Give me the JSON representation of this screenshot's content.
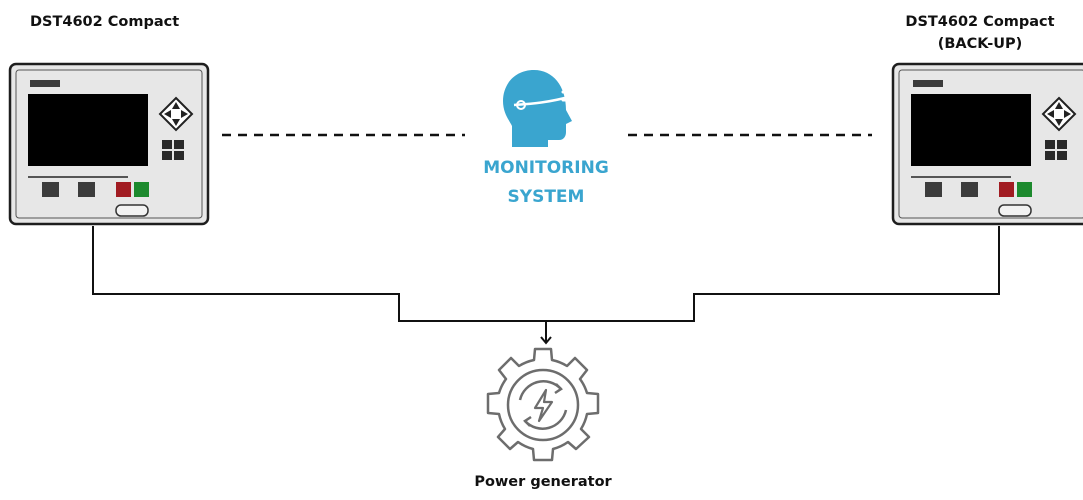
{
  "left_controller": {
    "title": "DST4602 Compact",
    "subtitle": ""
  },
  "right_controller": {
    "title": "DST4602 Compact",
    "subtitle": "(BACK-UP)"
  },
  "monitoring": {
    "line1": "MONITORING",
    "line2": "SYSTEM",
    "icon": "head-with-headset-icon"
  },
  "generator": {
    "label": "Power generator",
    "icon": "power-generator-gear-icon"
  },
  "colors": {
    "accent": "#3aa5cf",
    "panel_bezel": "#e7e7e7",
    "panel_outline": "#1e1e1e",
    "screen": "#000000",
    "red_button": "#a11c22",
    "green_button": "#1d8a2e",
    "line": "#111111",
    "icon_gray": "#6d6d6d"
  }
}
